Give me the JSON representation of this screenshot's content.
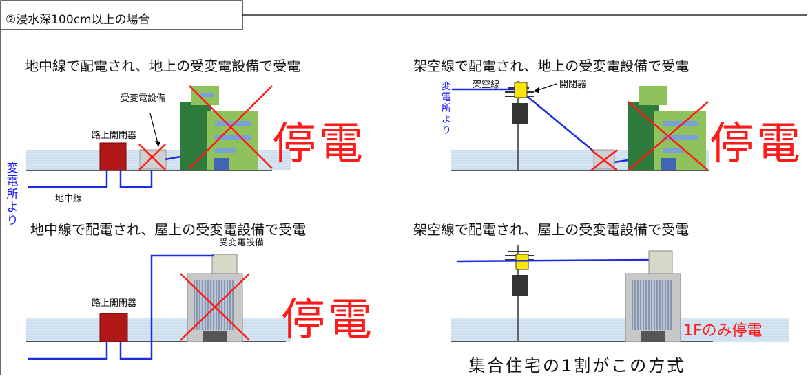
{
  "header": {
    "tab_label": "②浸水深100cm以上の場合"
  },
  "panels": {
    "top_left": {
      "title": "地中線で配電され、地上の受変電設備で受電",
      "equipment_label": "受変電設備",
      "switch_label": "路上開閉器",
      "cable_label": "地中線",
      "outage_label": "停電"
    },
    "bottom_left": {
      "title": "地中線で配電され、屋上の受変電設備で受電",
      "equipment_label": "受変電設備",
      "switch_label": "路上開閉器",
      "outage_label": "停電"
    },
    "top_right": {
      "title": "架空線で配電され、地上の受変電設備で受電",
      "line_label": "架空線",
      "switch_label": "開閉器",
      "source_label": "変電所より",
      "outage_label": "停電"
    },
    "bottom_right": {
      "title": "架空線で配電され、屋上の受変電設備で受電",
      "outage_label": "1Fのみ停電",
      "caption": "集合住宅の1割がこの方式"
    }
  },
  "left_source_label": "変電所より",
  "colors": {
    "outage": "#ff1a1a",
    "cable": "#1a2ee0",
    "water": "#d4e4f2",
    "switch_box": "#b01818"
  }
}
